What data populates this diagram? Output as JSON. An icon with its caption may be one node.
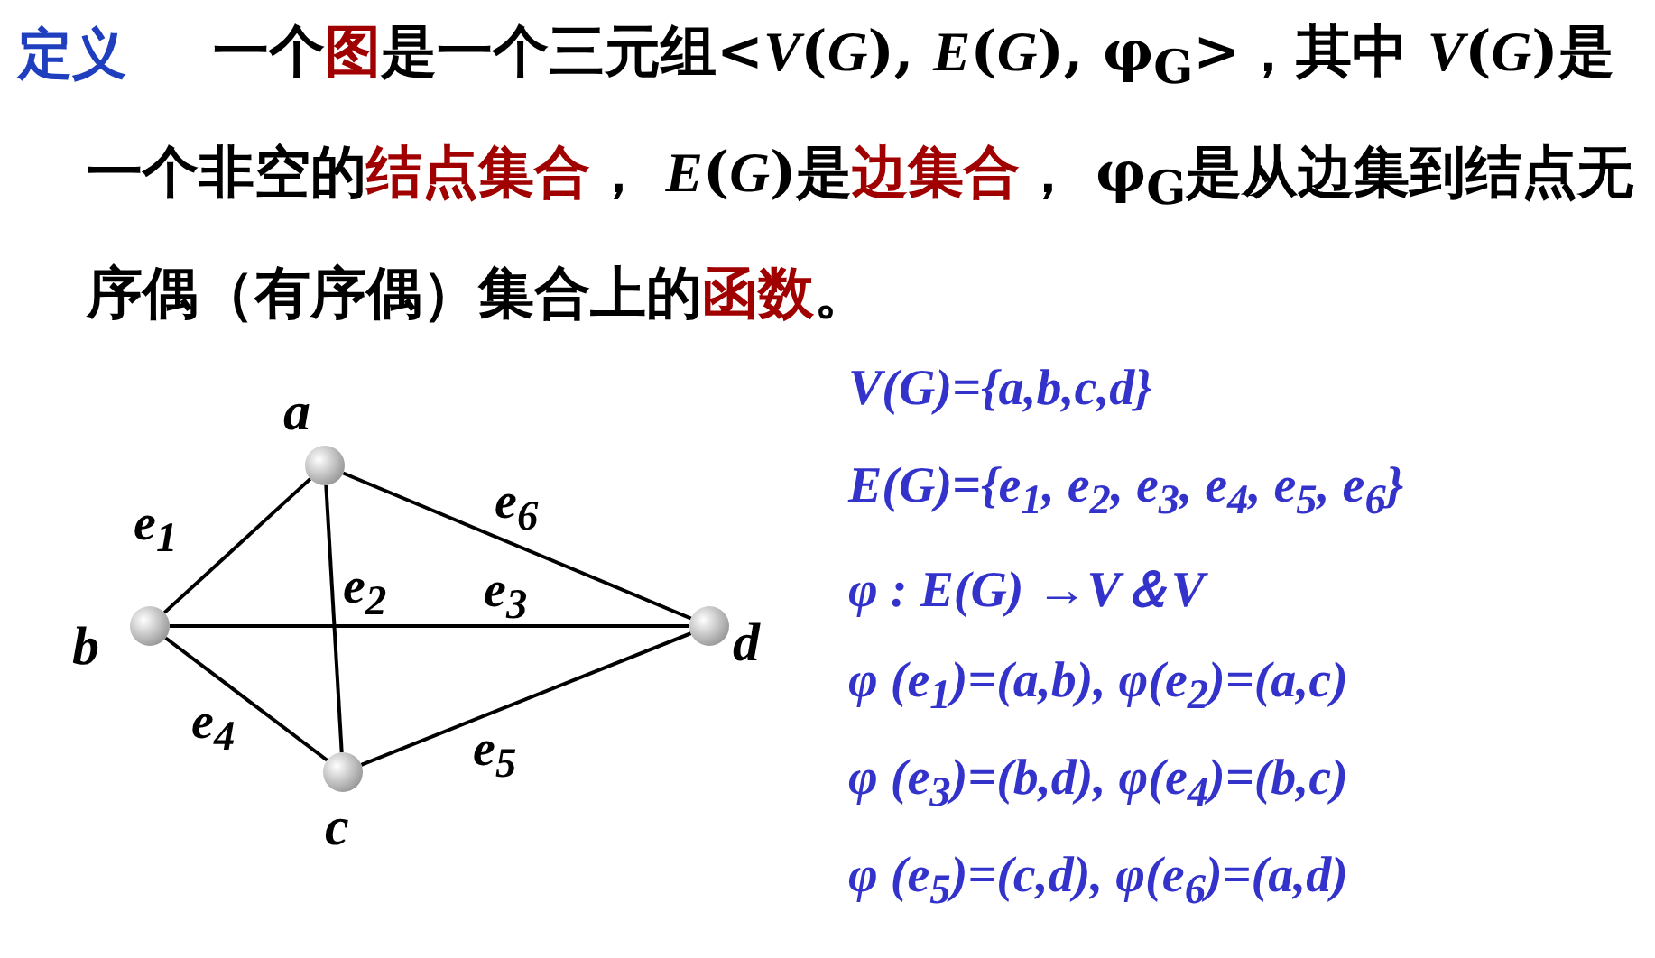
{
  "diagram": {
    "nodes": [
      {
        "text": [],
        "shape": "circle",
        "beside": [
          "a"
        ]
      },
      {
        "text": [],
        "shape": "circle",
        "beside": [
          "b"
        ]
      },
      {
        "text": [],
        "shape": "circle",
        "beside": [
          "c"
        ]
      },
      {
        "text": [],
        "shape": "circle",
        "beside": [
          "d"
        ]
      }
    ],
    "edges": [
      {
        "from": 0,
        "to": 1,
        "arrow": "none",
        "label": "e$_{1}$"
      },
      {
        "from": 0,
        "to": 2,
        "arrow": "none",
        "label": "e$_{2}$"
      },
      {
        "from": 1,
        "to": 3,
        "arrow": "none",
        "label": "e$_{3}$"
      },
      {
        "from": 1,
        "to": 2,
        "arrow": "none",
        "label": "e$_{4}$"
      },
      {
        "from": 2,
        "to": 3,
        "arrow": "none",
        "label": "e$_{5}$"
      },
      {
        "from": 0,
        "to": 3,
        "arrow": "none",
        "label": "e$_{6}$"
      }
    ],
    "labels": [
      "定义",
      "一个**图**是一个三元组<*V*(*G*), *E*(*G*), φ$_{G}$>，其中 *V*(*G*)是一个非空的**结点集合**， *E*(*G*)是**边集合**， φ$_{G}$是从边集到结点无序偶（有序偶）集合上的**函数**。",
      "V(G)={a,b,c,d}",
      "E(G)={e$_{1}$, e$_{2}$, e$_{3}$, e$_{4}$, e$_{5}$, e$_{6}$}",
      "φ : E(G) →V＆V",
      "φ (e$_{1}$)=(a,b), φ(e$_{2}$)=(a,c)",
      "φ (e$_{3}$)=(b,d), φ(e$_{4}$)=(b,c)",
      "φ (e$_{5}$)=(c,d), φ(e$_{6}$)=(a,d)"
    ]
  }
}
